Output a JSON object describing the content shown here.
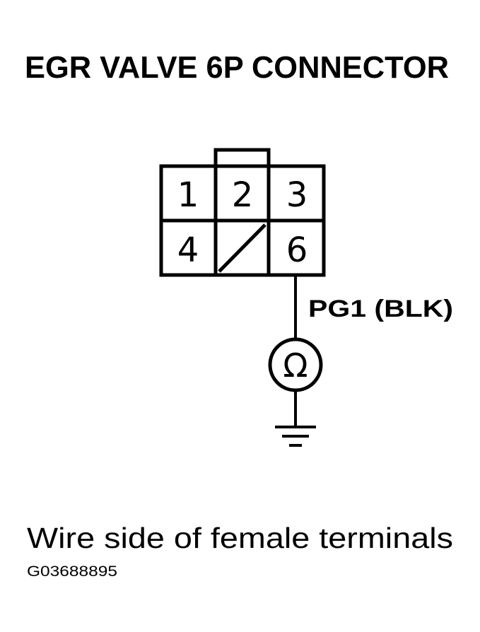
{
  "title": "EGR VALVE 6P CONNECTOR",
  "connector": {
    "pins": [
      {
        "label": "1"
      },
      {
        "label": "2"
      },
      {
        "label": "3"
      },
      {
        "label": "4"
      },
      {
        "label": ""
      },
      {
        "label": "6"
      }
    ]
  },
  "wire_label": "PG1 (BLK)",
  "meter_symbol": "Ω",
  "meter_icon": "ohmmeter-icon",
  "ground_icon": "ground-icon",
  "caption": "Wire side of female terminals",
  "figure_code": "G03688895"
}
